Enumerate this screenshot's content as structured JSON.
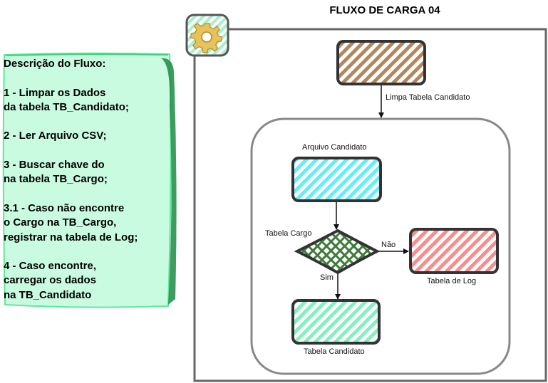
{
  "title": "FLUXO DE CARGA 04",
  "description": {
    "lines": [
      "Descrição do Fluxo:",
      "",
      "1 - Limpar os Dados",
      "da tabela TB_Candidato;",
      "",
      "2 - Ler Arquivo CSV;",
      "",
      "3 - Buscar chave do",
      "na tabela TB_Cargo;",
      "",
      "3.1 - Caso não encontre",
      "o Cargo na TB_Cargo,",
      "registrar na tabela de Log;",
      "",
      "4 - Caso encontre,",
      "carregar os dados",
      "na TB_Candidato"
    ]
  },
  "nodes": {
    "limpa_tabela": "Limpa Tabela Candidato",
    "arquivo_candidato": "Arquivo Candidato",
    "tabela_cargo": "Tabela Cargo",
    "tabela_log": "Tabela de Log",
    "tabela_candidato": "Tabela Candidato"
  },
  "edges": {
    "nao": "Não",
    "sim": "Sim"
  },
  "icons": {
    "settings": "gear-icon"
  },
  "colors": {
    "brown": "#b5865a",
    "cyan": "#5ef0ff",
    "dark_green": "#3f7a3a",
    "red": "#ff8080",
    "mint": "#7df0b8",
    "note_fill": "#c9fbe0",
    "note_edge": "#1f8a45",
    "gear": "#e8c25a"
  }
}
